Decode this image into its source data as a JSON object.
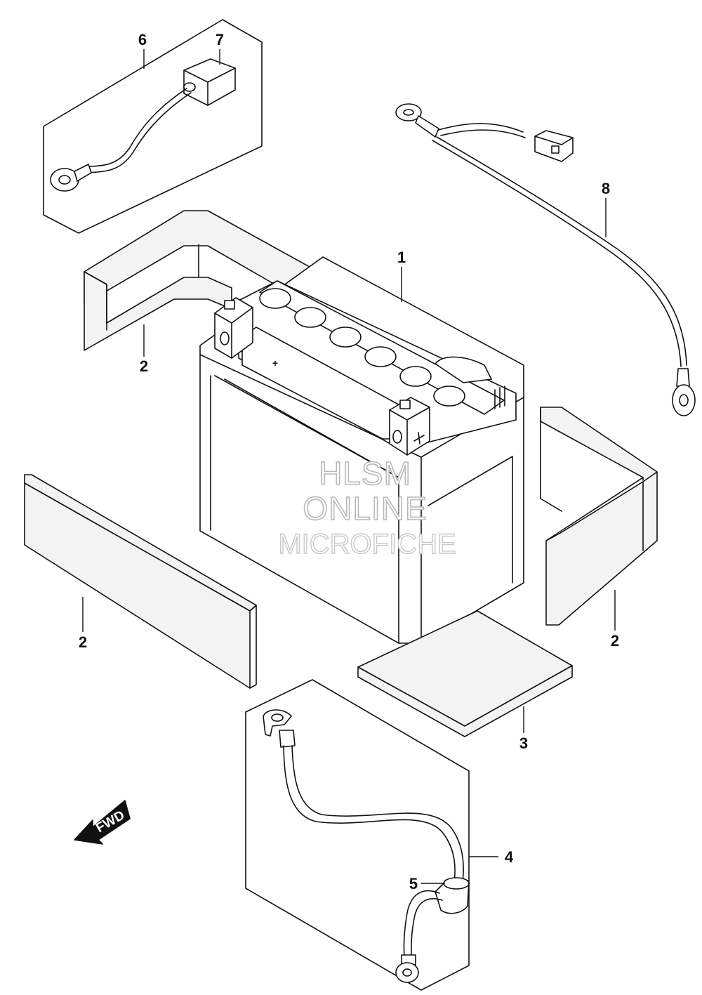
{
  "callouts": {
    "c1": "1",
    "c2a": "2",
    "c2b": "2",
    "c2c": "2",
    "c3": "3",
    "c4": "4",
    "c5": "5",
    "c6": "6",
    "c7": "7",
    "c8": "8"
  },
  "watermark": {
    "line1": "HLSM",
    "line2": "ONLINE",
    "line3": "MICROFICHE"
  },
  "direction_arrow": {
    "label": "FWD",
    "icon": "fwd-arrow-icon"
  },
  "battery_terminals": {
    "positive_mark": "+",
    "negative_mark": "-"
  }
}
